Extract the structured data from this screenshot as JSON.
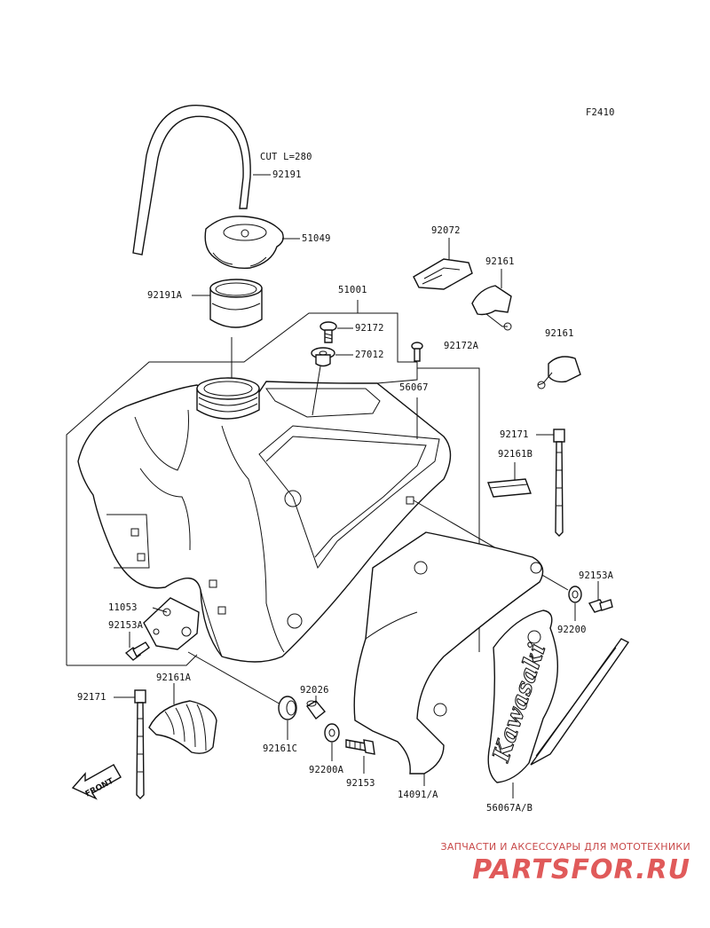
{
  "figure_code": "F2410",
  "cut_note": "CUT L=280",
  "parts": {
    "p92191": "92191",
    "p51049": "51049",
    "p92191A": "92191A",
    "p51001": "51001",
    "p92172": "92172",
    "p27012": "27012",
    "p92172A": "92172A",
    "p56067": "56067",
    "p92072": "92072",
    "p92161_top": "92161",
    "p92161_mid": "92161",
    "p92171_right": "92171",
    "p92161B": "92161B",
    "p92153A_right": "92153A",
    "p92200": "92200",
    "p11053": "11053",
    "p92153A_left": "92153A",
    "p92171_left": "92171",
    "p92161A": "92161A",
    "p92026": "92026",
    "p92161C": "92161C",
    "p92200A": "92200A",
    "p92153": "92153",
    "p14091": "14091/A",
    "p56067AB": "56067A/B"
  },
  "front_arrow": "FRONT",
  "decal_brand": "Kawasaki",
  "watermark": {
    "tagline": "ЗАПЧАСТИ И АКСЕССУАРЫ ДЛЯ МОТОТЕХНИКИ",
    "brand": "PARTSFOR.RU"
  }
}
